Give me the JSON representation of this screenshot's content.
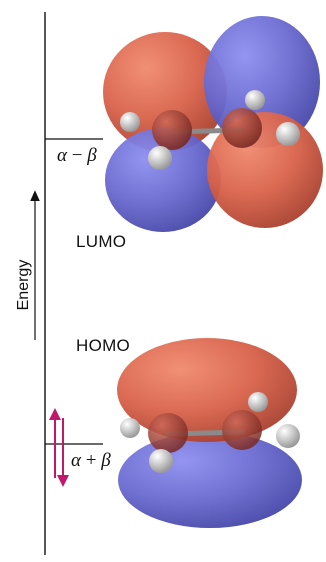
{
  "axis": {
    "label": "Energy"
  },
  "levels": {
    "lumo": {
      "label": "LUMO",
      "energy_symbol": "α",
      "energy_op": "−",
      "energy_param": "β"
    },
    "homo": {
      "label": "HOMO",
      "energy_symbol": "α",
      "energy_op": "+",
      "energy_param": "β",
      "electrons": 2
    }
  },
  "colors": {
    "positive_lobe": "#d9624a",
    "negative_lobe": "#6a6ad0",
    "carbon_atom": "#b0463a",
    "hydrogen_atom": "#e8e8e8",
    "electron_arrow": "#c0186a",
    "axis_line": "#111111"
  }
}
